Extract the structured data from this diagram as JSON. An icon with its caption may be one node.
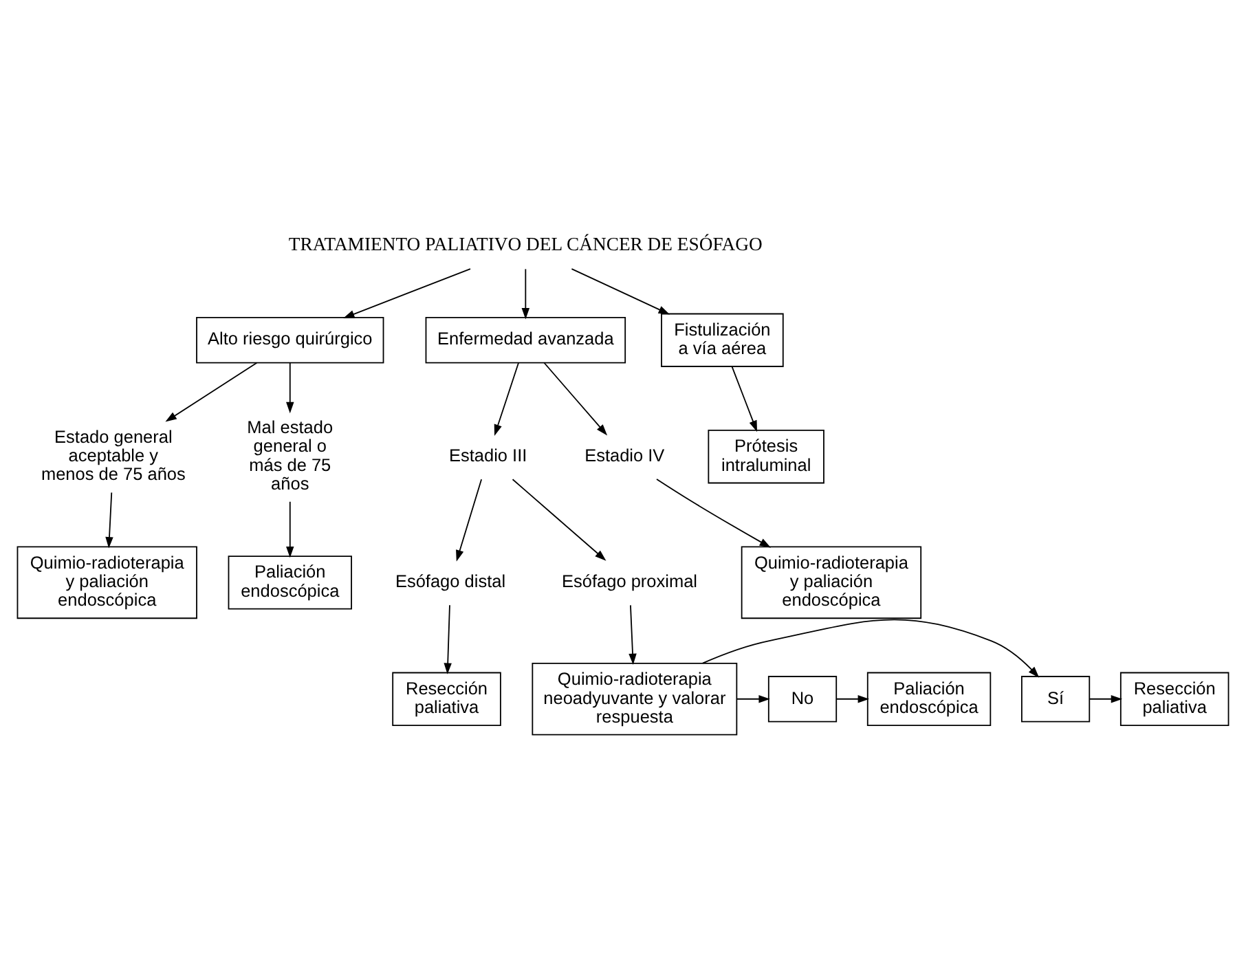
{
  "diagram": {
    "nodes": [
      {
        "text": [
          "TRATAMIENTO PALIATIVO DEL CÁNCER DE ESÓFAGO"
        ]
      },
      {
        "text": [
          "Alto riesgo quirúrgico"
        ]
      },
      {
        "text": [
          "Enfermedad avanzada"
        ]
      },
      {
        "text": [
          "Fistulización a vía aérea"
        ]
      },
      {
        "text": [
          "Estado general aceptable y menos de 75 años"
        ]
      },
      {
        "text": [
          "Mal estado general o más de 75 años"
        ]
      },
      {
        "text": [
          "Estadio III"
        ]
      },
      {
        "text": [
          "Estadio IV"
        ]
      },
      {
        "text": [
          "Prótesis intraluminal"
        ]
      },
      {
        "text": [
          "Quimio-radioterapia y paliación endoscópica"
        ]
      },
      {
        "text": [
          "Paliación endoscópica"
        ]
      },
      {
        "text": [
          "Quimio-radioterapia y paliación endoscópica"
        ]
      },
      {
        "text": [
          "Esófago distal"
        ]
      },
      {
        "text": [
          "Esófago proximal"
        ]
      },
      {
        "text": [
          "Resección paliativa"
        ]
      },
      {
        "text": [
          "Quimio-radioterapia neoadyuvante y valorar respuesta"
        ]
      },
      {
        "text": [
          "Sí"
        ]
      },
      {
        "text": [
          "No"
        ]
      },
      {
        "text": [
          "Resección paliativa"
        ]
      },
      {
        "text": [
          "Paliación endoscópica"
        ]
      }
    ],
    "edges": [
      {
        "from": 0,
        "to": 1,
        "arrow": "to"
      },
      {
        "from": 0,
        "to": 2,
        "arrow": "to"
      },
      {
        "from": 0,
        "to": 3,
        "arrow": "to"
      },
      {
        "from": 1,
        "to": 4,
        "arrow": "to"
      },
      {
        "from": 1,
        "to": 5,
        "arrow": "to"
      },
      {
        "from": 2,
        "to": 6,
        "arrow": "to"
      },
      {
        "from": 2,
        "to": 7,
        "arrow": "to"
      },
      {
        "from": 3,
        "to": 8,
        "arrow": "to"
      },
      {
        "from": 4,
        "to": 9,
        "arrow": "to"
      },
      {
        "from": 5,
        "to": 10,
        "arrow": "to"
      },
      {
        "from": 7,
        "to": 11,
        "arrow": "to"
      },
      {
        "from": 6,
        "to": 12,
        "arrow": "to"
      },
      {
        "from": 6,
        "to": 13,
        "arrow": "to"
      },
      {
        "from": 12,
        "to": 14,
        "arrow": "to"
      },
      {
        "from": 13,
        "to": 15,
        "arrow": "to"
      },
      {
        "from": 15,
        "to": 16,
        "arrow": "to"
      },
      {
        "from": 15,
        "to": 17,
        "arrow": "to"
      },
      {
        "from": 16,
        "to": 18,
        "arrow": "to"
      },
      {
        "from": 17,
        "to": 19,
        "arrow": "to"
      }
    ]
  }
}
